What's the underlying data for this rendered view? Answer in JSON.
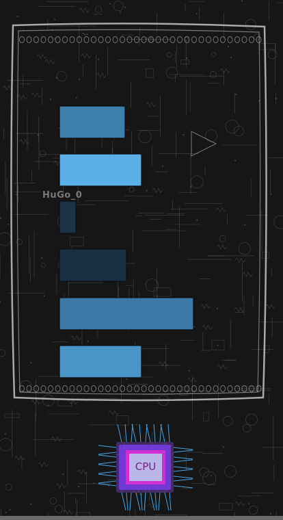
{
  "board": {
    "label": "HuGo_0"
  },
  "blocks": [
    {
      "id": "block-1",
      "color": "#3f7fac",
      "fill": 0.48
    },
    {
      "id": "block-2",
      "color": "#5ab0e6",
      "fill": 0.6
    },
    {
      "id": "block-3",
      "color": "#1c3247",
      "fill": 0.12
    },
    {
      "id": "block-4",
      "color": "#1a2f44",
      "fill": 0.49
    },
    {
      "id": "block-5",
      "color": "#3b7aa6",
      "fill": 0.98
    },
    {
      "id": "block-6",
      "color": "#4a94c8",
      "fill": 0.6
    }
  ],
  "cpu": {
    "label": "CPU",
    "glow_color": "#9a4dff",
    "inner_color": "#b9b7e8",
    "border_color": "#d22fd2"
  },
  "colors": {
    "background": "#161616",
    "circuit_lines": "#8c8c8c",
    "frame": "#cfcfcf",
    "cpu_pins": "#4ab4ff"
  }
}
